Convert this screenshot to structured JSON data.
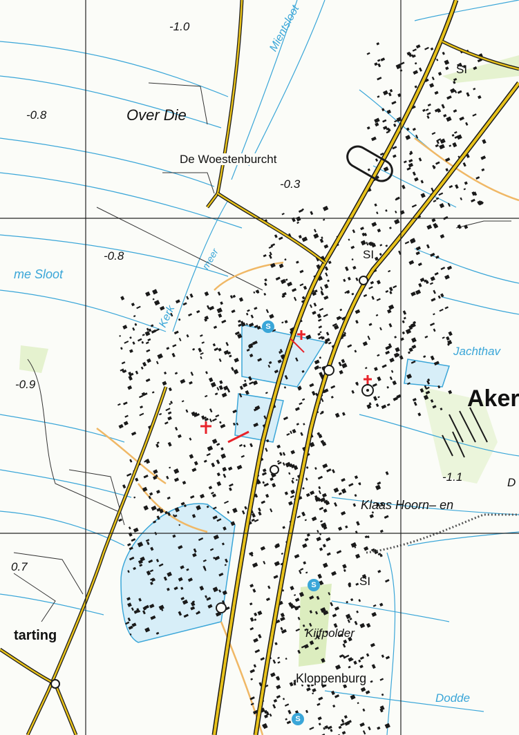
{
  "map": {
    "colors": {
      "background": "#fbfcf8",
      "water": "#3aa6d8",
      "water_fill": "#d7eef8",
      "main_road": "#e8c21a",
      "secondary_road": "#f0b866",
      "greenery": "#cfe7a6",
      "grid": "#222222",
      "buildings": "#1a1a1a",
      "church_symbol": "#e8232a"
    },
    "elevations": [
      "-1.0",
      "-0.8",
      "-0.3",
      "-0.8",
      "-0.9",
      "-1.1",
      "0.7"
    ],
    "place_names": [
      "Over Die",
      "De Woestenburcht",
      "Aker",
      "tarting",
      "Kloppenburg"
    ],
    "water_names": [
      "Mientsloot",
      "me Sloot",
      "Kerk",
      "meer",
      "Jachthav",
      "Dodde"
    ],
    "area_names": [
      "Klaas Hoorn– en",
      "Kijfpolder"
    ],
    "sluice_labels": [
      "SI",
      "SI",
      "SI"
    ],
    "edge_letter": "D",
    "service_symbol": "S"
  }
}
